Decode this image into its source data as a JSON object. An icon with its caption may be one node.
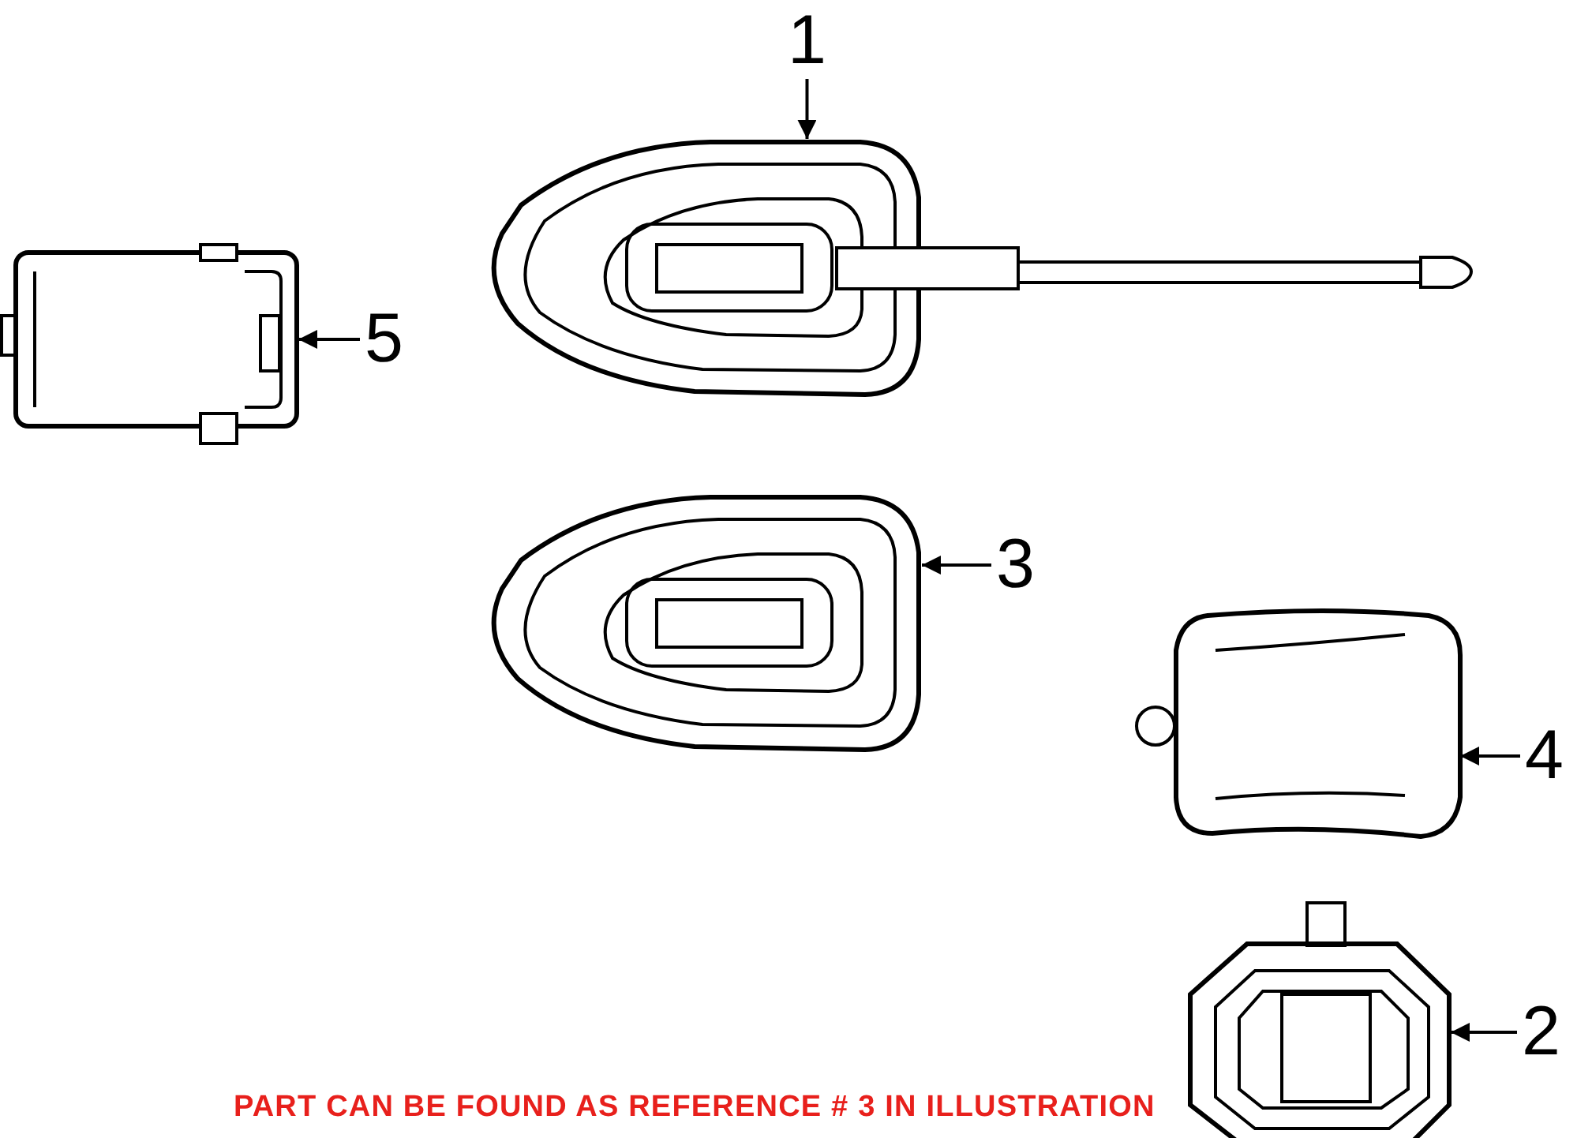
{
  "diagram": {
    "nodes": [
      {
        "text": [
          "1"
        ]
      },
      {
        "text": [],
        "shape": "picture"
      },
      {
        "text": [
          "5"
        ]
      },
      {
        "text": [],
        "shape": "picture"
      },
      {
        "text": [
          "3"
        ]
      },
      {
        "text": [],
        "shape": "picture"
      },
      {
        "text": [
          "4"
        ]
      },
      {
        "text": [],
        "shape": "picture"
      },
      {
        "text": [
          "2"
        ]
      },
      {
        "text": [],
        "shape": "picture"
      }
    ],
    "edges": [
      {
        "from": 0,
        "to": 1,
        "arrow": "to"
      },
      {
        "from": 2,
        "to": 3,
        "arrow": "to"
      },
      {
        "from": 4,
        "to": 5,
        "arrow": "to"
      },
      {
        "from": 6,
        "to": 7,
        "arrow": "to"
      },
      {
        "from": 8,
        "to": 9,
        "arrow": "to"
      }
    ],
    "labels": [
      "PART CAN BE FOUND AS REFERENCE # 3 IN ILLUSTRATION"
    ]
  }
}
